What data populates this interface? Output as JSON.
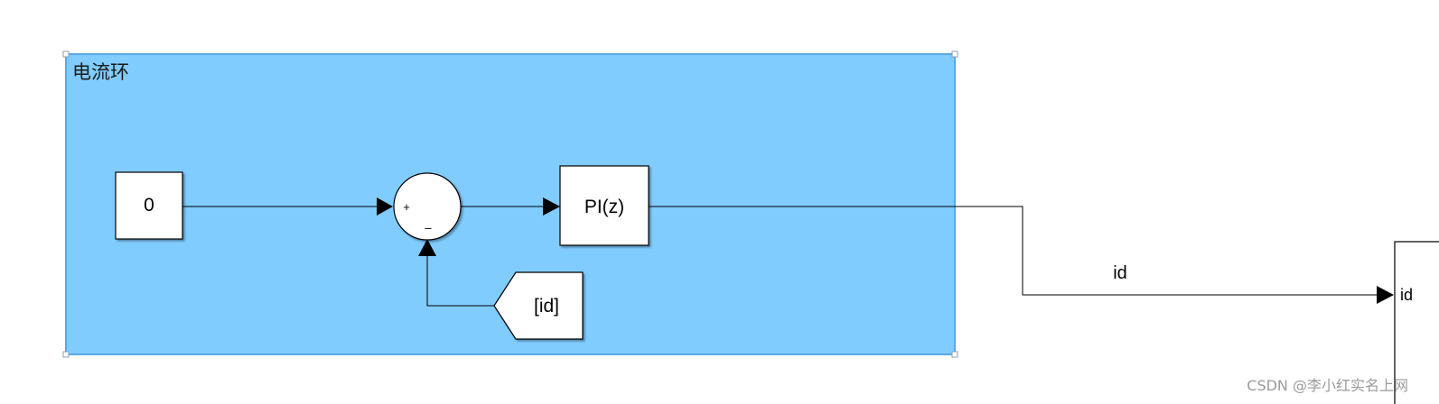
{
  "area": {
    "title": "电流环",
    "fill_color": "#80CCFF",
    "border_color": "#5BA8E8"
  },
  "blocks": {
    "constant": {
      "label": "0"
    },
    "sum": {
      "plus_sign": "+",
      "minus_sign": "–"
    },
    "pi": {
      "label": "PI(z)"
    },
    "goto_from": {
      "label": "[id]"
    },
    "subsystem_port": {
      "label": "id"
    }
  },
  "signals": {
    "id_line_label": "id"
  },
  "watermark": "CSDN @李小红实名上网"
}
